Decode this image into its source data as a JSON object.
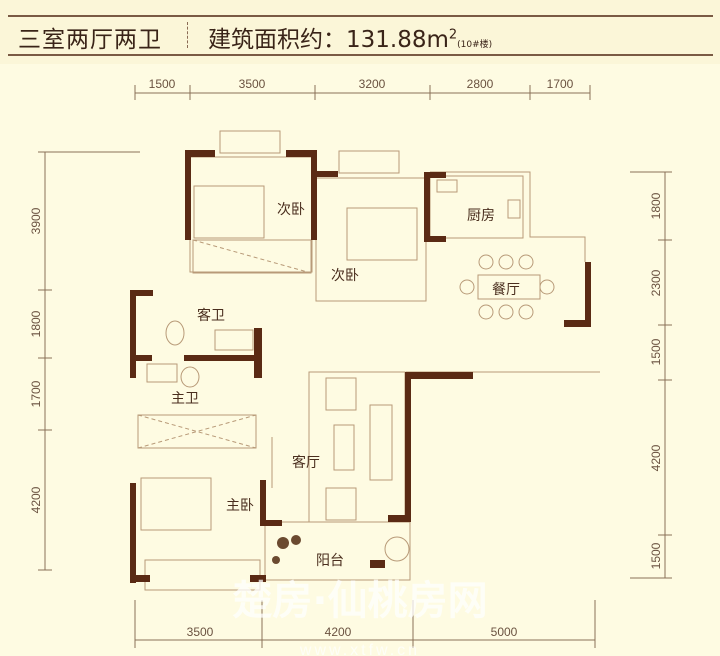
{
  "header": {
    "layout_type": "三室两厅两卫",
    "area_label": "建筑面积约：",
    "area_value": "131.88m",
    "area_sup": "2",
    "building_note": "(10#楼)"
  },
  "dimensions": {
    "top": [
      "1500",
      "3500",
      "3200",
      "2800",
      "1700"
    ],
    "left": [
      "3900",
      "1800",
      "1700",
      "4200"
    ],
    "right": [
      "1800",
      "2300",
      "1500",
      "4200",
      "1500"
    ],
    "bottom": [
      "3500",
      "4200",
      "5000"
    ]
  },
  "rooms": {
    "bedroom_2a": "次卧",
    "bedroom_2b": "次卧",
    "kitchen": "厨房",
    "dining": "餐厅",
    "guest_bath": "客卫",
    "master_bath": "主卫",
    "living": "客厅",
    "master_bedroom": "主卧",
    "balcony": "阳台"
  },
  "watermark": {
    "brand": "楚房·仙桃房网",
    "url": "www.xtfw.cn"
  },
  "colors": {
    "background": "#fdf9dc",
    "wall": "#5a2a14",
    "line": "#b89a78"
  }
}
